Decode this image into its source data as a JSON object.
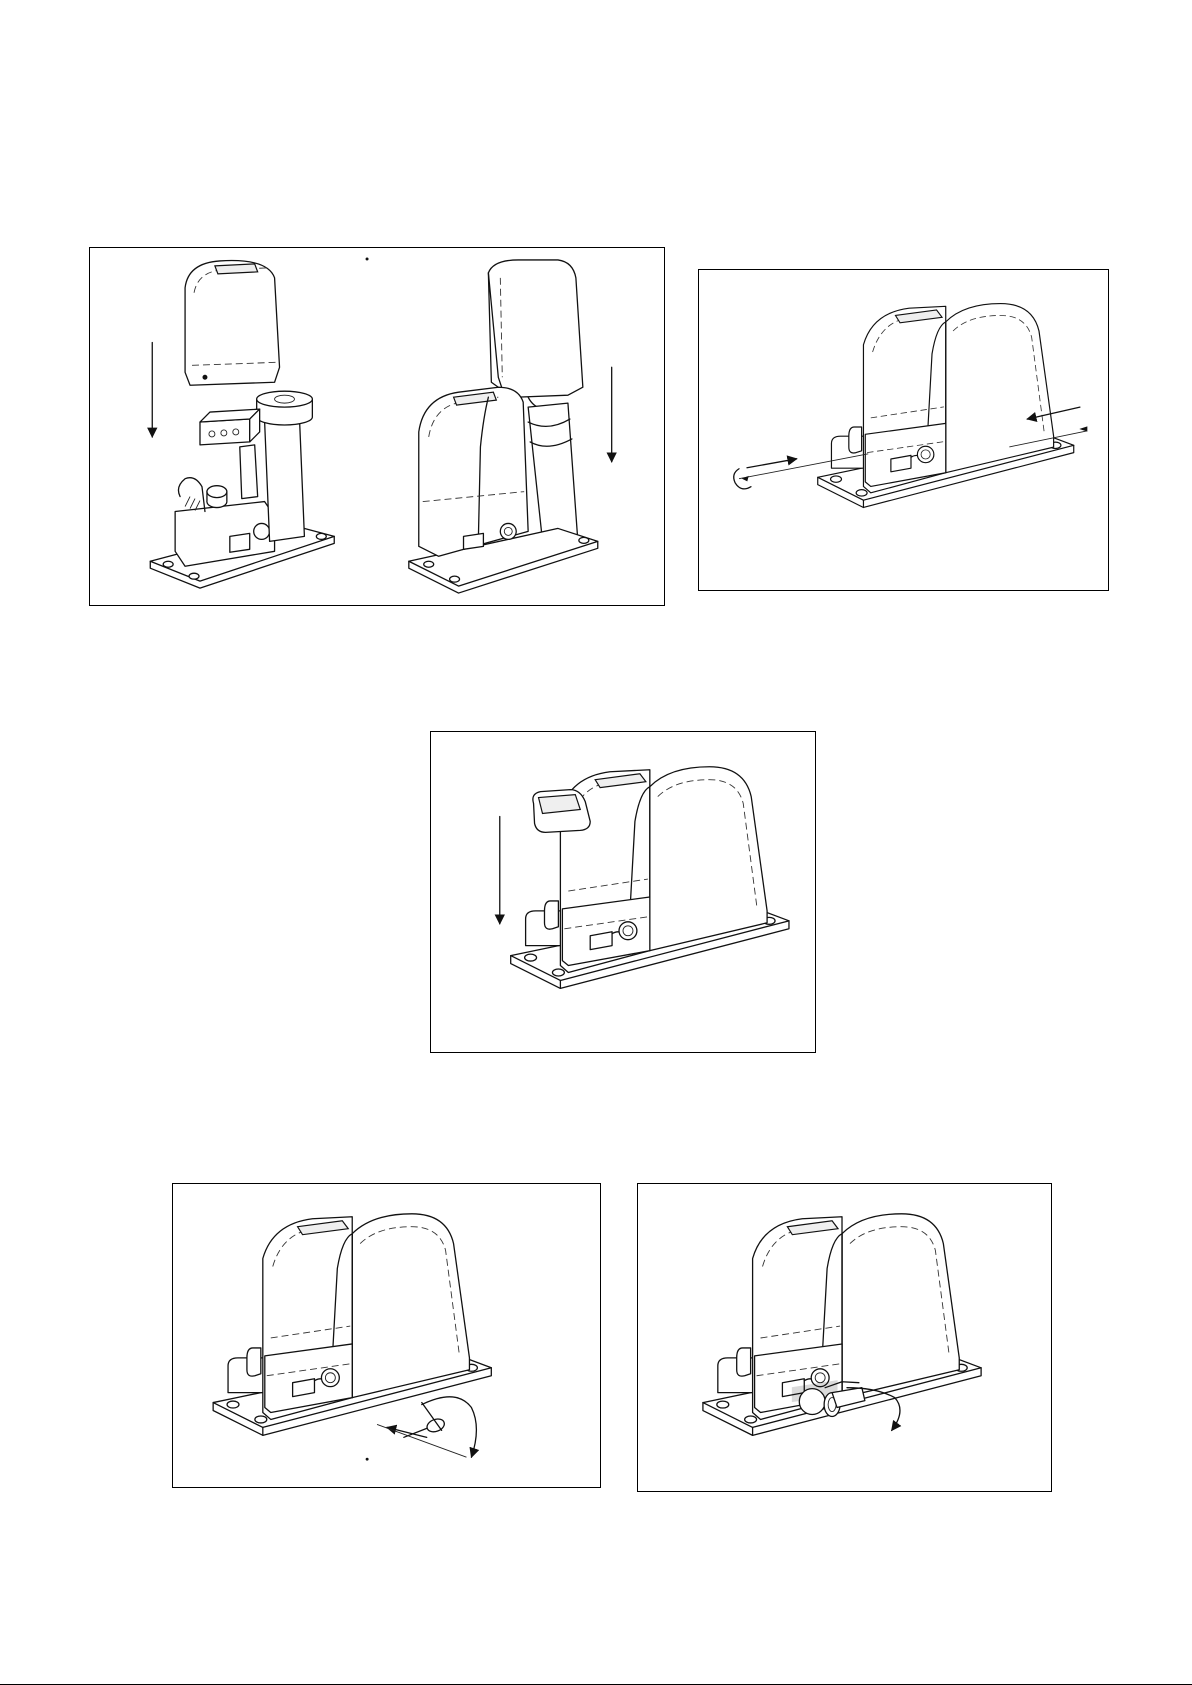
{
  "page": {
    "title": "",
    "figures": [
      {
        "id": "fig-cover-removal-and-fitting",
        "caption": ""
      },
      {
        "id": "fig-side-screws",
        "caption": ""
      },
      {
        "id": "fig-top-cap",
        "caption": ""
      },
      {
        "id": "fig-release-key",
        "caption": ""
      },
      {
        "id": "fig-release-lever",
        "caption": ""
      }
    ]
  }
}
